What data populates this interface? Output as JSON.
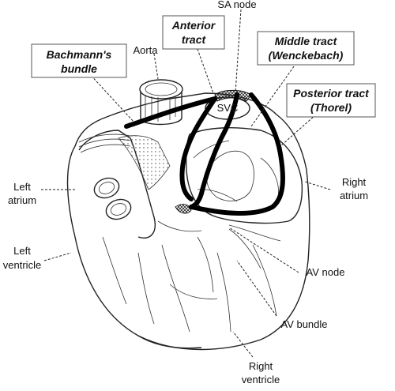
{
  "labels": {
    "sa_node": "SA node",
    "anterior_tract": [
      "Anterior",
      "tract"
    ],
    "aorta": "Aorta",
    "bachmanns_bundle": [
      "Bachmann's",
      "bundle"
    ],
    "middle_tract": [
      "Middle tract",
      "(Wenckebach)"
    ],
    "posterior_tract": [
      "Posterior tract",
      "(Thorel)"
    ],
    "svc": "SVC",
    "left_atrium": [
      "Left",
      "atrium"
    ],
    "right_atrium": [
      "Right",
      "atrium"
    ],
    "left_ventricle": [
      "Left",
      "ventricle"
    ],
    "av_node": "AV node",
    "av_bundle": "AV bundle",
    "right_ventricle": [
      "Right",
      "ventricle"
    ]
  }
}
